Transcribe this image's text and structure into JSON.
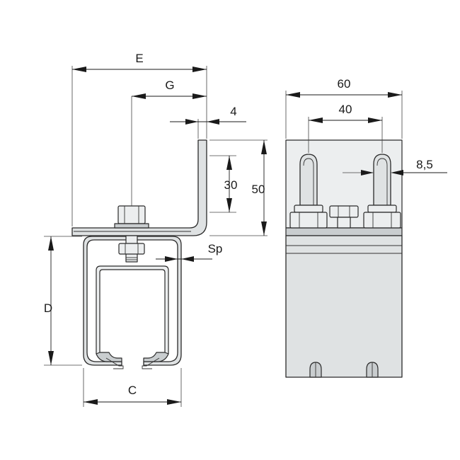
{
  "dimensions": {
    "E": "E",
    "G": "G",
    "four": "4",
    "thirty": "30",
    "fifty": "50",
    "D": "D",
    "C": "C",
    "Sp": "Sp",
    "sixty": "60",
    "forty": "40",
    "eight_five": "8,5"
  },
  "colors": {
    "line": "#2a2a2a",
    "steel": "#dfe2e3",
    "steel_light": "#eceeef",
    "steel_dark": "#c9cdcf"
  }
}
